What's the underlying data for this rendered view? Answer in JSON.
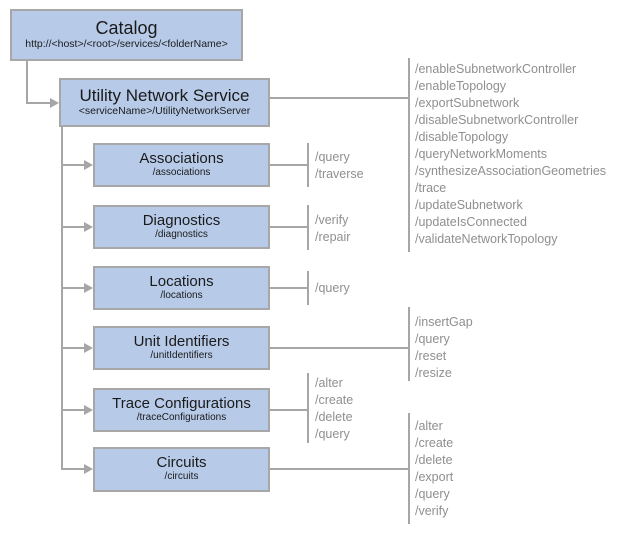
{
  "colors": {
    "box_fill": "#b7cbe9",
    "box_border": "#a7a7a7",
    "connector_line": "#a6a6a6",
    "operation_text": "#8f8f8f",
    "title_text": "#1a1a1a"
  },
  "catalog": {
    "title": "Catalog",
    "subtitle": "http://<host>/<root>/services/<folderName>"
  },
  "service": {
    "title": "Utility Network Service",
    "subtitle": "<serviceName>/UtilityNetworkServer",
    "operations": [
      "/enableSubnetworkController",
      "/enableTopology",
      "/exportSubnetwork",
      "/disableSubnetworkController",
      "/disableTopology",
      "/queryNetworkMoments",
      "/synthesizeAssociationGeometries",
      "/trace",
      "/updateSubnetwork",
      "/updateIsConnected",
      "/validateNetworkTopology"
    ]
  },
  "resources": [
    {
      "title": "Associations",
      "subtitle": "/associations",
      "operations": [
        "/query",
        "/traverse"
      ]
    },
    {
      "title": "Diagnostics",
      "subtitle": "/diagnostics",
      "operations": [
        "/verify",
        "/repair"
      ]
    },
    {
      "title": "Locations",
      "subtitle": "/locations",
      "operations": [
        "/query"
      ]
    },
    {
      "title": "Unit Identifiers",
      "subtitle": "/unitIdentifiers",
      "operations": [
        "/insertGap",
        "/query",
        "/reset",
        "/resize"
      ]
    },
    {
      "title": "Trace Configurations",
      "subtitle": "/traceConfigurations",
      "operations": [
        "/alter",
        "/create",
        "/delete",
        "/query"
      ]
    },
    {
      "title": "Circuits",
      "subtitle": "/circuits",
      "operations": [
        "/alter",
        "/create",
        "/delete",
        "/export",
        "/query",
        "/verify"
      ]
    }
  ]
}
